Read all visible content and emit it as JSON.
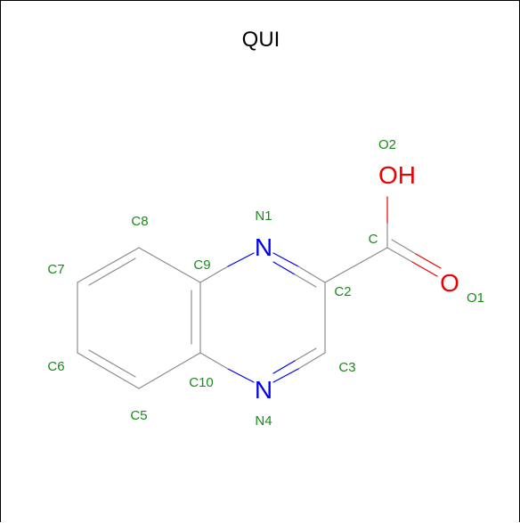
{
  "molecule": {
    "title": "QUI",
    "colors": {
      "carbon_label": "#1a8a1a",
      "nitrogen": "#0000ee",
      "oxygen": "#ee0000",
      "bond_carbon": "#8c8c8c",
      "title": "#000000"
    },
    "atom_symbols": {
      "n1": "N",
      "n4": "N",
      "o1": "O",
      "o2": "OH"
    },
    "atom_labels": {
      "c": "C",
      "c2": "C2",
      "c3": "C3",
      "c5": "C5",
      "c6": "C6",
      "c7": "C7",
      "c8": "C8",
      "c9": "C9",
      "c10": "C10",
      "n1": "N1",
      "n4": "N4",
      "o1": "O1",
      "o2": "O2"
    }
  }
}
